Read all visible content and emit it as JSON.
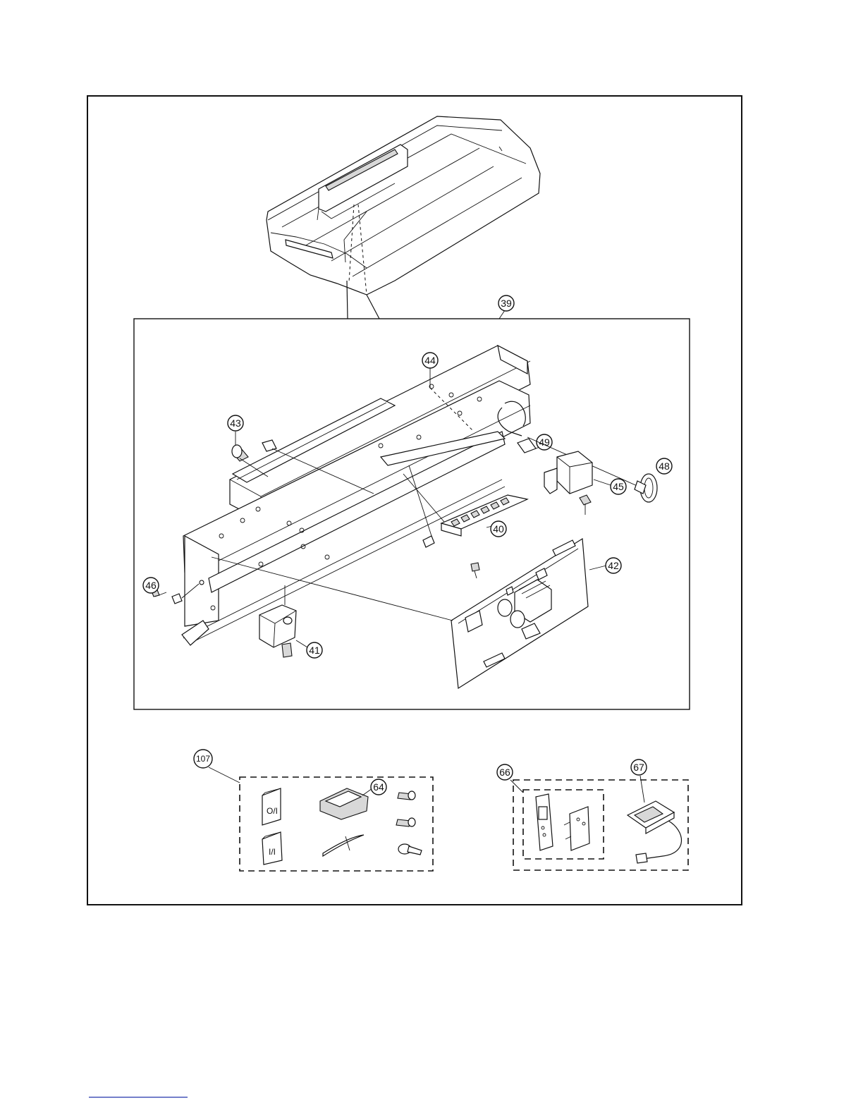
{
  "callouts": {
    "c39": "39",
    "c44": "44",
    "c43": "43",
    "c49": "49",
    "c48": "48",
    "c45": "45",
    "c40": "40",
    "c42": "42",
    "c46": "46",
    "c41": "41",
    "c107": "107",
    "c64": "64",
    "c66": "66",
    "c67": "67"
  },
  "manuals": {
    "operating": "O/I",
    "installation": "I/I"
  }
}
